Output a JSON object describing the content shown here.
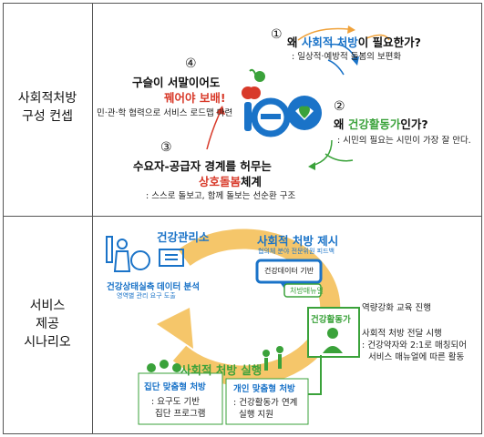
{
  "rows": [
    {
      "label_line1": "사회적처방",
      "label_line2": "구성 컨셉"
    },
    {
      "label_line1": "서비스",
      "label_line2": "제공",
      "label_line3": "시나리오"
    }
  ],
  "concept": {
    "q1": {
      "number": "①",
      "pre": "왜 ",
      "highlight": "사회적 처방",
      "post": "이 필요한가?",
      "sub": ": 일상적·예방적 돌봄의 보편화"
    },
    "q2": {
      "number": "②",
      "pre": "왜 ",
      "highlight": "건강활동가",
      "post": "인가?",
      "sub": ": 시민의 필요는 시민이 가장 잘 안다."
    },
    "q3": {
      "number": "③",
      "line1": "수요자-공급자 경계를 허무는",
      "highlight": "상호돌봄",
      "post": "체계",
      "sub": ": 스스로 돌보고, 함께 돌보는 선순환 구조"
    },
    "q4": {
      "number": "④",
      "line1": "구슬이 서말이어도",
      "highlight": "꿰어야 보배!",
      "sub": "민·관·학 협력으로 서비스 로드맵 마련"
    },
    "colors": {
      "blue": "#1a73c8",
      "green": "#3aa23a",
      "red": "#d83a2a",
      "orange": "#f0a23a"
    }
  },
  "scenario": {
    "health_center": {
      "title": "건강관리소",
      "sub1": "건강상태실측",
      "sub2": "데이터 분석",
      "sub3": "영역별 관리 요구 도출"
    },
    "prescription_present": {
      "title": "사회적 처방 제시",
      "sub": "협의체 분야 전문위원 피드백",
      "bubble": "건강데이터 기반",
      "manual": "처방매뉴얼"
    },
    "activist": {
      "title": "건강활동가",
      "line1": "역량강화 교육 진행",
      "line2": "사회적 처방 전달 시행",
      "line3": ": 건강약자와 2:1로 매칭되어",
      "line4": "서비스 매뉴얼에 따른 활동"
    },
    "execution": {
      "title": "사회적 처방 실행"
    },
    "group": {
      "title": "집단 맞춤형 처방",
      "line1": ": 요구도 기반",
      "line2": "집단 프로그램"
    },
    "individual": {
      "title": "개인 맞춤형 처방",
      "line1": ": 건강활동가 연계",
      "line2": "실행 지원"
    }
  }
}
